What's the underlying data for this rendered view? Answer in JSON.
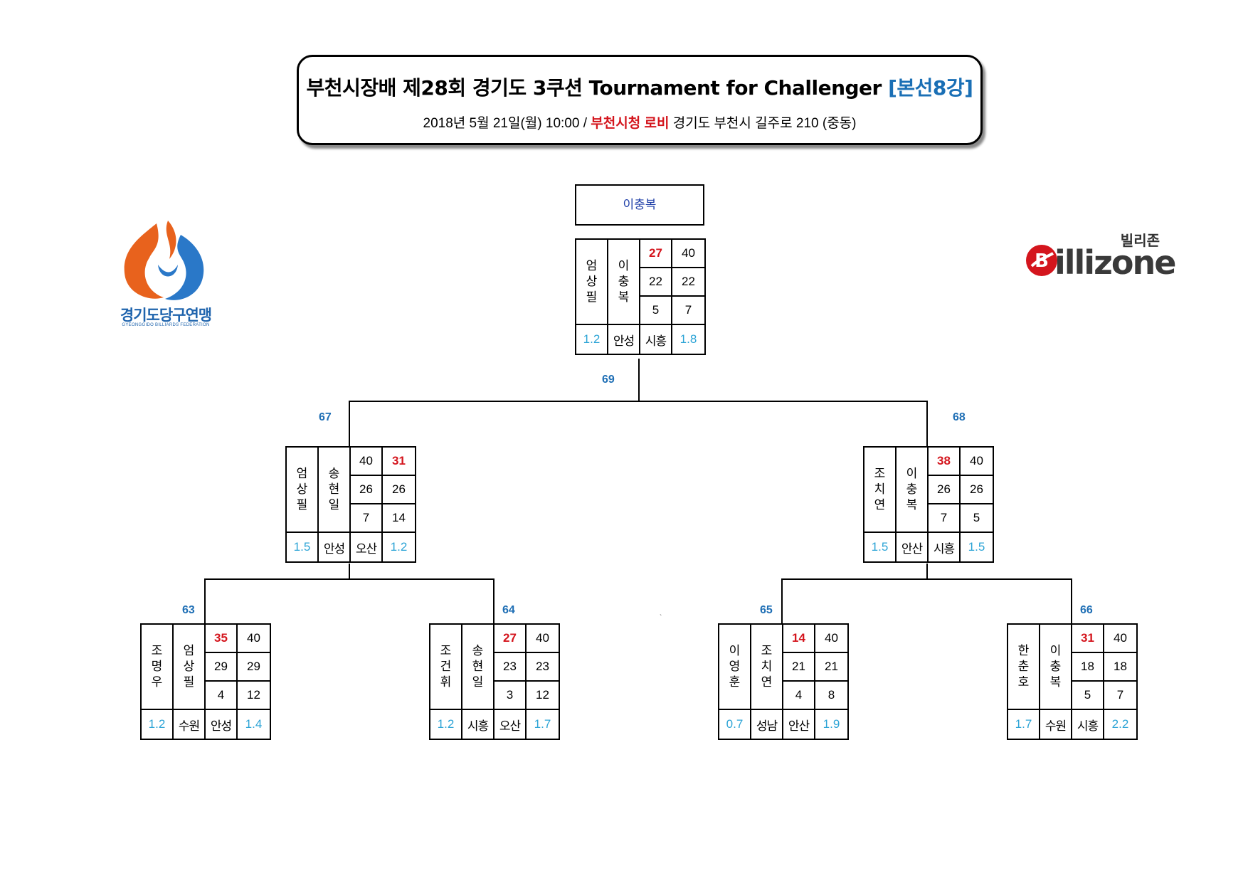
{
  "header": {
    "title": "부천시장배  제28회 경기도 3쿠션 Tournament for Challenger",
    "title_tag": "[본선8강]",
    "date": "2018년 5월 21일(월) 10:00 / ",
    "venue": "부천시청 로비",
    "address": " 경기도 부천시  길주로 210 (중동)"
  },
  "logos": {
    "left_name": "경기도당구연맹",
    "left_sub": "GYEONGGIDO BILLIARDS FEDERATION",
    "right_kr": "빌리존",
    "right_word": "Billizone"
  },
  "colors": {
    "red": "#d4151d",
    "blue": "#1f6fb5",
    "cyan": "#2da4d6"
  },
  "winner": "이충복",
  "matches": {
    "m69": {
      "number": "69",
      "left": {
        "score": "27",
        "target": "22",
        "innings": "5",
        "average": "1.2",
        "name": [
          "엄",
          "상",
          "필"
        ],
        "city": "안성"
      },
      "right": {
        "score": "40",
        "target": "22",
        "innings": "7",
        "average": "1.8",
        "name": [
          "이",
          "충",
          "복"
        ],
        "city": "시흥"
      }
    },
    "m67": {
      "number": "67",
      "left": {
        "score": "40",
        "target": "26",
        "innings": "7",
        "average": "1.5",
        "name": [
          "엄",
          "상",
          "필"
        ],
        "city": "안성"
      },
      "right": {
        "score": "31",
        "target": "26",
        "innings": "14",
        "average": "1.2",
        "name": [
          "송",
          "현",
          "일"
        ],
        "city": "오산"
      }
    },
    "m68": {
      "number": "68",
      "left": {
        "score": "38",
        "target": "26",
        "innings": "7",
        "average": "1.5",
        "name": [
          "조",
          "치",
          "연"
        ],
        "city": "안산"
      },
      "right": {
        "score": "40",
        "target": "26",
        "innings": "5",
        "average": "1.5",
        "name": [
          "이",
          "충",
          "복"
        ],
        "city": "시흥"
      }
    },
    "m63": {
      "number": "63",
      "left": {
        "score": "35",
        "target": "29",
        "innings": "4",
        "average": "1.2",
        "name": [
          "조",
          "명",
          "우"
        ],
        "city": "수원"
      },
      "right": {
        "score": "40",
        "target": "29",
        "innings": "12",
        "average": "1.4",
        "name": [
          "엄",
          "상",
          "필"
        ],
        "city": "안성"
      }
    },
    "m64": {
      "number": "64",
      "left": {
        "score": "27",
        "target": "23",
        "innings": "3",
        "average": "1.2",
        "name": [
          "조",
          "건",
          "휘"
        ],
        "city": "시흥"
      },
      "right": {
        "score": "40",
        "target": "23",
        "innings": "12",
        "average": "1.7",
        "name": [
          "송",
          "현",
          "일"
        ],
        "city": "오산"
      }
    },
    "m65": {
      "number": "65",
      "left": {
        "score": "14",
        "target": "21",
        "innings": "4",
        "average": "0.7",
        "name": [
          "이",
          "영",
          "훈"
        ],
        "city": "성남"
      },
      "right": {
        "score": "40",
        "target": "21",
        "innings": "8",
        "average": "1.9",
        "name": [
          "조",
          "치",
          "연"
        ],
        "city": "안산"
      }
    },
    "m66": {
      "number": "66",
      "left": {
        "score": "31",
        "target": "18",
        "innings": "5",
        "average": "1.7",
        "name": [
          "한",
          "춘",
          "호"
        ],
        "city": "수원"
      },
      "right": {
        "score": "40",
        "target": "18",
        "innings": "7",
        "average": "2.2",
        "name": [
          "이",
          "충",
          "복"
        ],
        "city": "시흥"
      }
    }
  }
}
